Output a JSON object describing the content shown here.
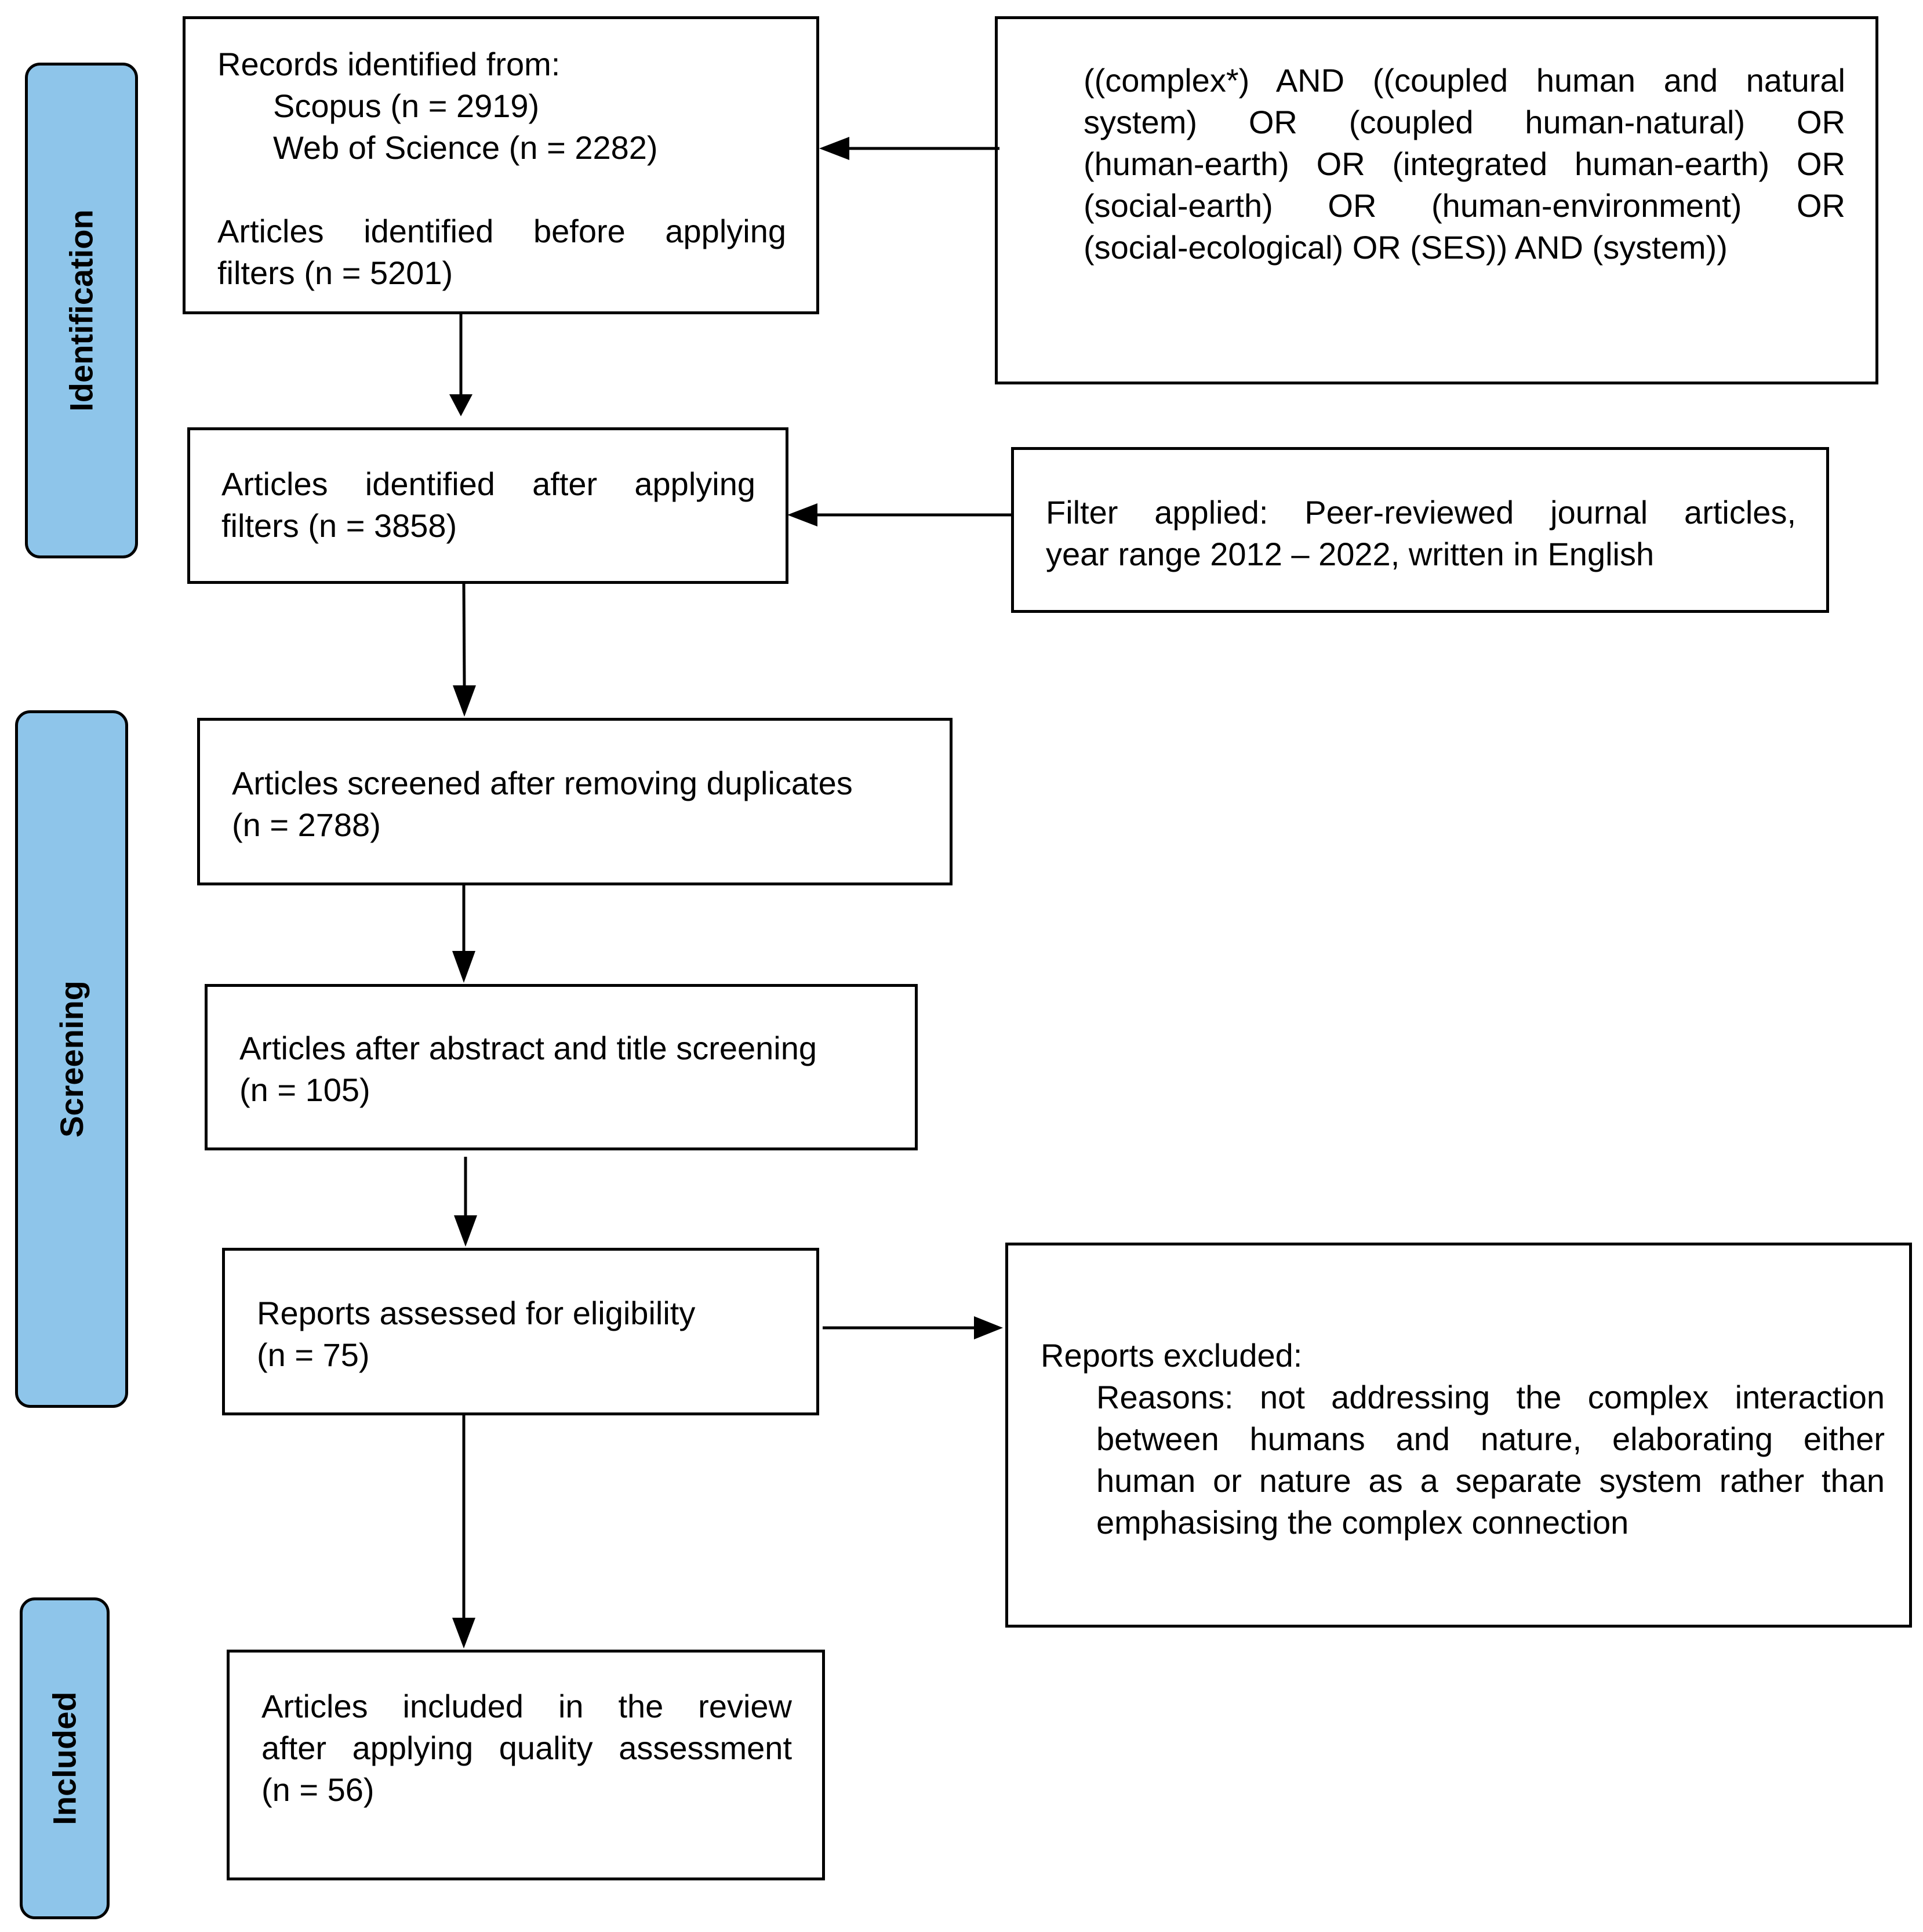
{
  "colors": {
    "phase_fill": "#8ec5ea",
    "stroke": "#000000",
    "background": "#ffffff"
  },
  "phases": {
    "identification": "Identification",
    "screening": "Screening",
    "included": "Included"
  },
  "records_box": {
    "heading": "Records identified from:",
    "scopus": "Scopus (n = 2919)",
    "wos": "Web of Science (n = 2282)",
    "before_filters_line1": "Articles identified before applying",
    "before_filters_line2": "filters (n = 5201)"
  },
  "query_box": {
    "line1": "((complex*) AND ((coupled human and natural",
    "line2": "system) OR (coupled human-natural) OR",
    "line3": "(human-earth) OR (integrated human-earth) OR",
    "line4": "(social-earth) OR (human-environment) OR",
    "line5": "(social-ecological) OR (SES)) AND (system))"
  },
  "after_filters_box": {
    "line1": "Articles identified after applying",
    "line2": "filters (n = 3858)"
  },
  "filter_box": {
    "line1": "Filter applied: Peer-reviewed journal articles,",
    "line2": "year range 2012 – 2022, written in English"
  },
  "duplicates_box": {
    "line1": "Articles screened after removing duplicates",
    "line2": "(n = 2788)"
  },
  "abstract_box": {
    "line1": "Articles after abstract and title screening",
    "line2": "(n = 105)"
  },
  "eligibility_box": {
    "line1": "Reports assessed for eligibility",
    "line2": "(n = 75)"
  },
  "excluded_box": {
    "heading": "Reports excluded:",
    "reason_line1": "Reasons: not addressing the complex interaction",
    "reason_line2": "between humans and nature, elaborating either",
    "reason_line3": "human or nature as a separate system rather than",
    "reason_line4": "emphasising the complex connection"
  },
  "included_box": {
    "line1": "Articles included in the review",
    "line2": "after applying quality assessment",
    "line3": "(n = 56)"
  }
}
